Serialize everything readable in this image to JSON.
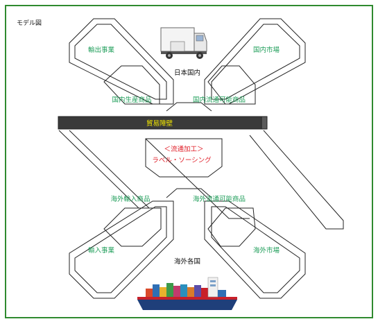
{
  "title": "モデル図",
  "labels": {
    "export_business": "輸出事業",
    "domestic_market": "国内市場",
    "japan_domestic": "日本国内",
    "domestic_product": "国内生産商品",
    "domestic_distributable": "国内流通可能商品",
    "trade_barrier": "貿易障壁",
    "distribution_processing": "＜流通加工＞",
    "labeling_sourcing": "ラベル・ソーシング",
    "overseas_import": "海外輸入商品",
    "overseas_distributable": "海外流通可能商品",
    "import_business": "輸入事業",
    "overseas_market": "海外市場",
    "overseas_countries": "海外各国"
  },
  "colors": {
    "green": "#1f9e5a",
    "red": "#e0202a",
    "yellow": "#f2e600",
    "bar": "#3a3a3a",
    "frame": "#2f8a2f"
  },
  "icons": {
    "truck": "truck-icon",
    "ship": "container-ship-icon"
  }
}
